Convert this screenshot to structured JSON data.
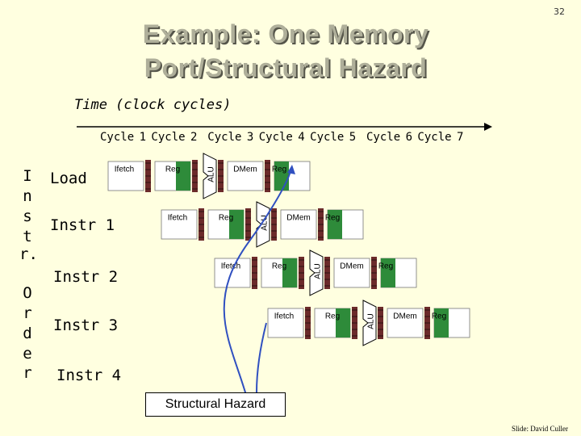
{
  "page_number": "32",
  "title_line1": "Example: One Memory",
  "title_line2": "Port/Structural Hazard",
  "subtitle": "Time (clock cycles)",
  "cycle_header": "Cycle 1 Cycle 2  Cycle 3 Cycle 4 Cycle 5  Cycle 6 Cycle 7",
  "side_label_top": [
    "I",
    "n",
    "s",
    "t",
    "r."
  ],
  "side_label_bottom": [
    "O",
    "r",
    "d",
    "e",
    "r"
  ],
  "instructions": [
    {
      "label": "Load"
    },
    {
      "label": "Instr 1"
    },
    {
      "label": "Instr 2"
    },
    {
      "label": "Instr 3"
    },
    {
      "label": "Instr 4"
    }
  ],
  "stages": {
    "ifetch": "Ifetch",
    "reg": "Reg",
    "alu": "ALU",
    "dmem": "DMem"
  },
  "callout": "Structural Hazard",
  "credit": "Slide: David Culler",
  "colors": {
    "background": "#FFFFE0",
    "title": "#AFAF9A",
    "reg_fill": "#2E8B3A",
    "pipeline_latch": "#6B2A2A",
    "arrow": "#3050C0"
  }
}
